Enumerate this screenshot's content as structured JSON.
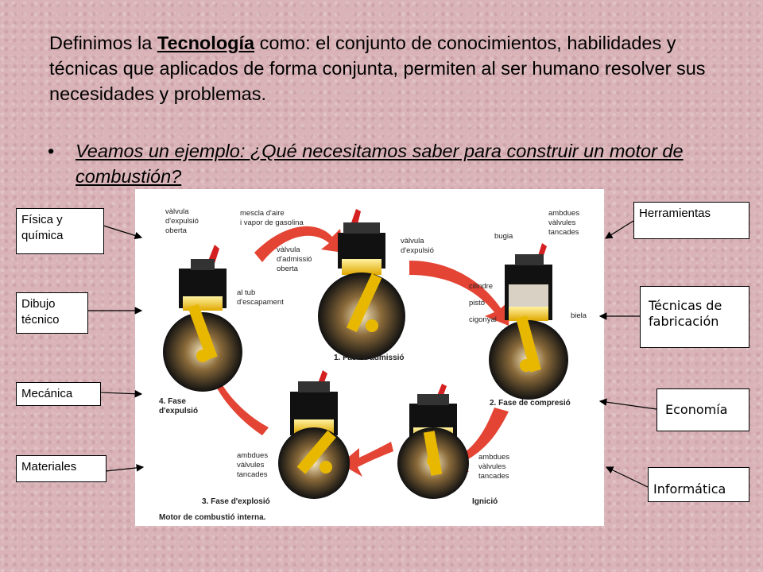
{
  "slide": {
    "definition": {
      "prefix": "Definimos la ",
      "keyword": "Tecnología",
      "suffix": " como: el conjunto de conocimientos, habilidades y técnicas que aplicados de forma conjunta, permiten al ser humano resolver sus necesidades y problemas."
    },
    "bullet": {
      "symbol": "•",
      "text": "Veamos un ejemplo: ¿Qué necesitamos saber para construir un motor de combustión?"
    }
  },
  "labels_left": [
    "Física y química",
    "Dibujo técnico",
    "Mecánica",
    "Materiales"
  ],
  "labels_right": [
    "Herramientas",
    "Técnicas de fabricación",
    "Economía",
    "Informática"
  ],
  "diagram": {
    "caption": "Motor de combustió interna.",
    "phase_1": "1. Fase d'admissió",
    "phase_2": "2. Fase de compresió",
    "phase_3": "3. Fase d'explosió",
    "phase_4_a": "4. Fase",
    "phase_4_b": "d'expulsió",
    "ignicio": "Ignició",
    "e1_a": "vàlvula",
    "e1_b": "d'expulsió",
    "e1_c": "oberta",
    "e2_a": "mescla d'aire",
    "e2_b": "i vapor de gasolina",
    "e3_a": "vàlvula",
    "e3_b": "d'expulsió",
    "e4_a": "vàlvula",
    "e4_b": "d'admissió",
    "e4_c": "oberta",
    "e5_a": "al tub",
    "e5_b": "d'escapament",
    "e6_a": "ambdues",
    "e6_b": "vàlvules",
    "e6_c": "tancades",
    "bugia": "bugia",
    "cilindre": "cilindre",
    "pisto": "pistó",
    "cigonyal": "cigonyal",
    "biela": "biela",
    "e7_a": "ambdues",
    "e7_b": "vàlvules",
    "e7_c": "tancades",
    "e8_a": "ambdues",
    "e8_b": "vàlvules",
    "e8_c": "tancades"
  },
  "colors": {
    "background": "#d9b3b7",
    "engine_body": "#1a1a1a",
    "piston": "#e8b800",
    "cycle_arrow": "#e0301e"
  }
}
